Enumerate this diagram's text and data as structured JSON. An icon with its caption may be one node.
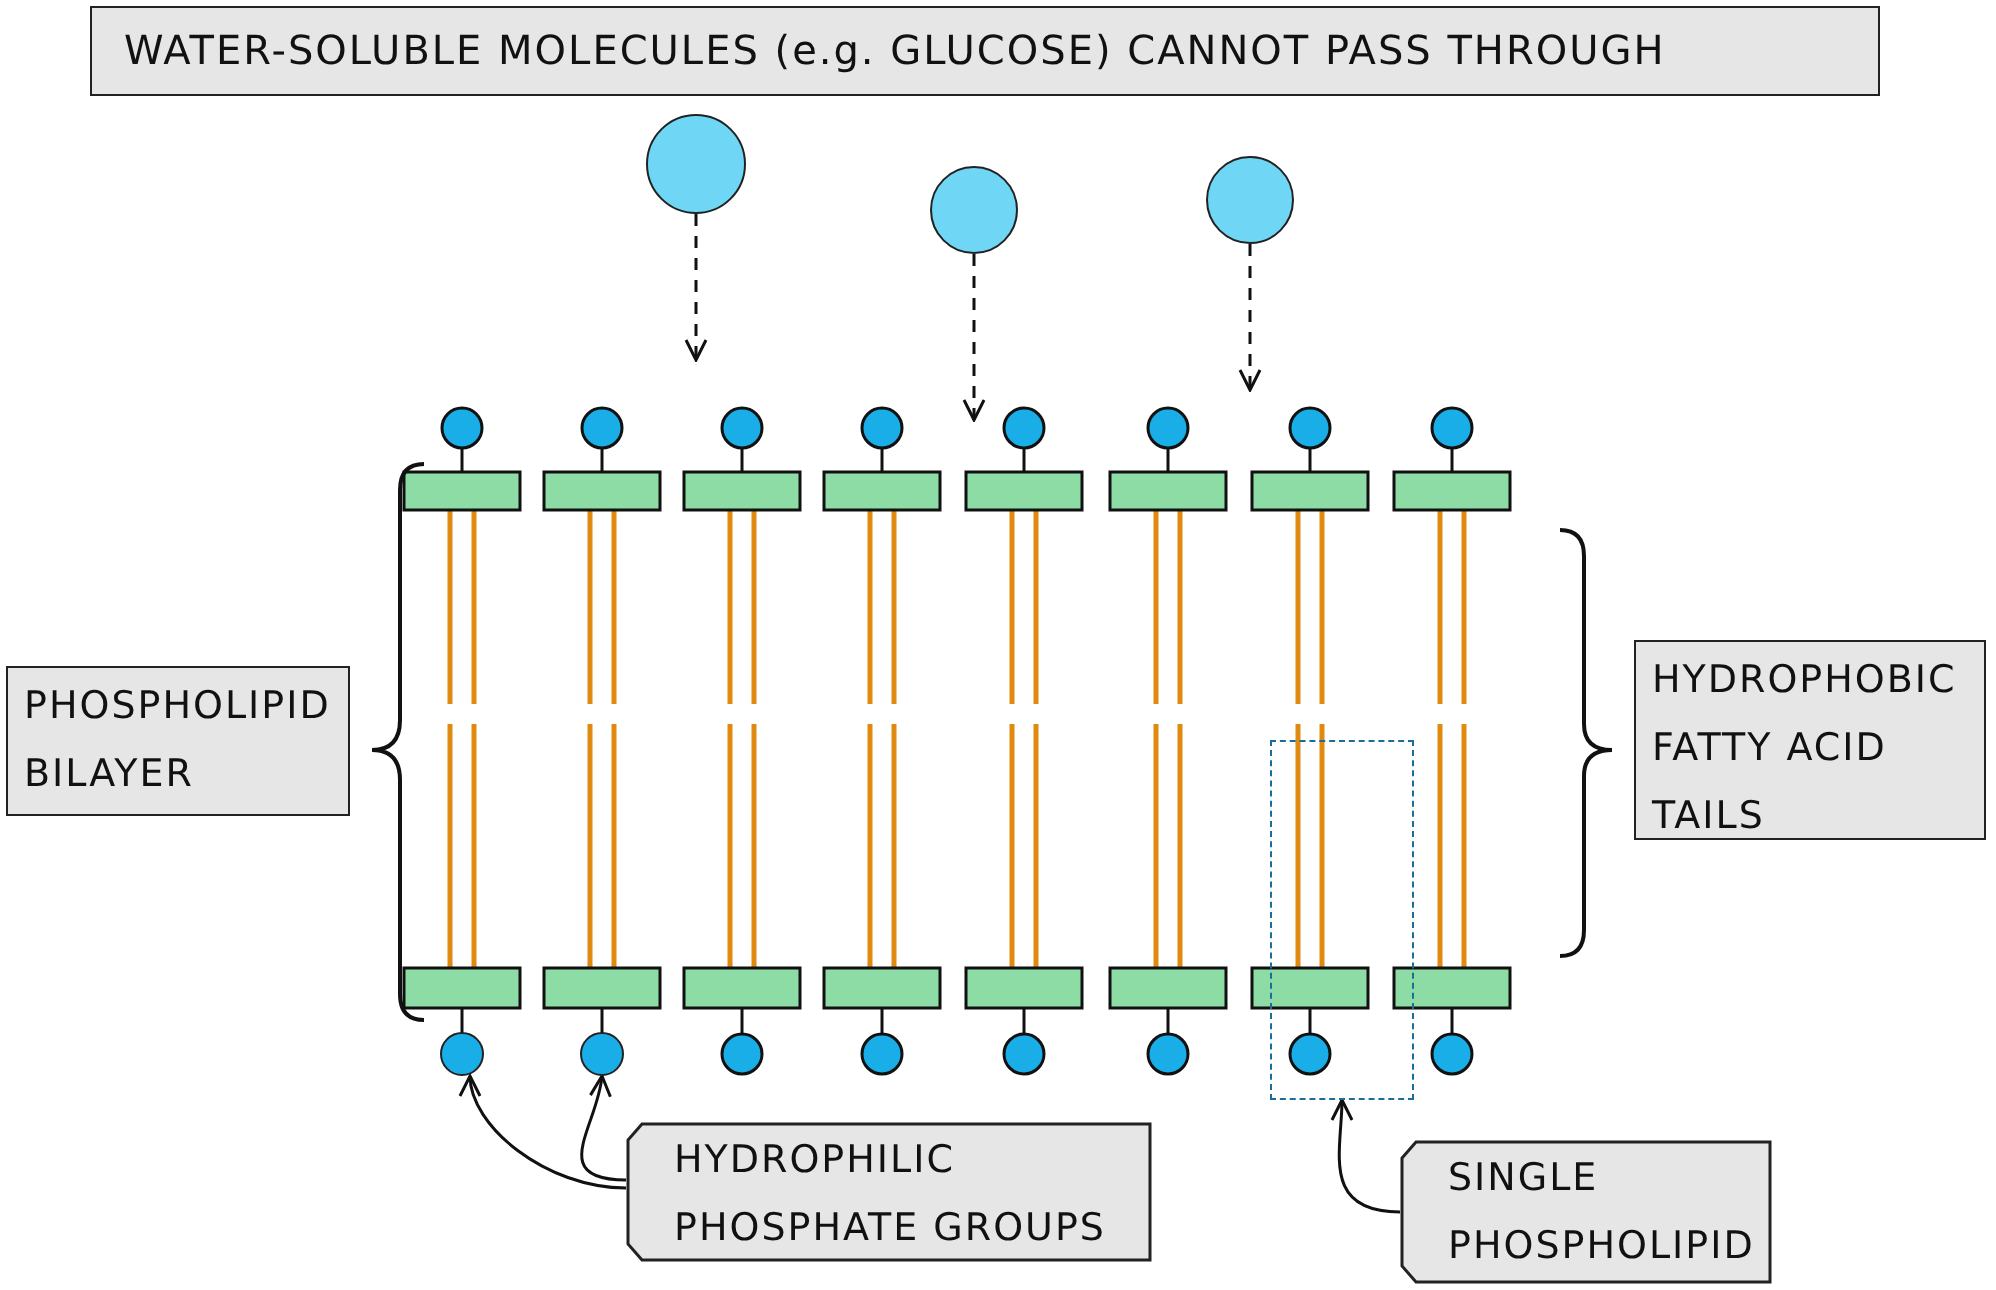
{
  "diagram": {
    "nodes": [
      {
        "text": [
          "WATER-SOLUBLE MOLECULES (e.g. GLUCOSE) CANNOT PASS THROUGH"
        ]
      },
      {
        "text": [],
        "shape": "circle"
      },
      {
        "text": [],
        "shape": "circle"
      },
      {
        "text": [],
        "shape": "circle"
      },
      {
        "text": [
          "PHOSPHOLIPID BILAYER"
        ]
      },
      {
        "text": [
          "HYDROPHOBIC FATTY ACID TAILS"
        ]
      },
      {
        "text": [],
        "shape": "box"
      },
      {
        "text": [],
        "shape": "circle"
      },
      {
        "text": [],
        "shape": "circle"
      },
      {
        "text": [
          "HYDROPHILIC PHOSPHATE GROUPS"
        ]
      },
      {
        "text": [
          "SINGLE PHOSPHOLIPID"
        ]
      }
    ],
    "edges": [
      {
        "from": 1,
        "to": null,
        "arrow": "to",
        "style": "dashed"
      },
      {
        "from": 2,
        "to": null,
        "arrow": "to",
        "style": "dashed"
      },
      {
        "from": 3,
        "to": null,
        "arrow": "to",
        "style": "dashed"
      },
      {
        "from": 9,
        "to": 7,
        "arrow": "to"
      },
      {
        "from": 9,
        "to": 8,
        "arrow": "to"
      },
      {
        "from": 10,
        "to": 6,
        "arrow": "to"
      }
    ]
  }
}
